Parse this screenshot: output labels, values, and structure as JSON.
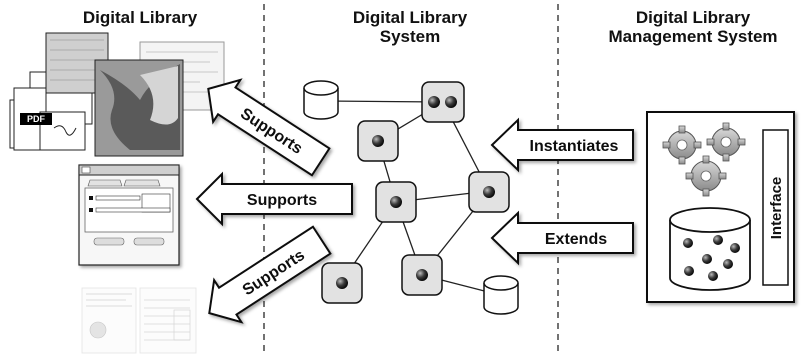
{
  "columns": {
    "digital_library": {
      "title": "Digital Library"
    },
    "dl_system": {
      "title_line1": "Digital Library",
      "title_line2": "System"
    },
    "dlms": {
      "title_line1": "Digital Library",
      "title_line2": "Management System"
    }
  },
  "arrows": {
    "supports_top": "Supports",
    "supports_middle": "Supports",
    "supports_bottom": "Supports",
    "instantiates": "Instantiates",
    "extends": "Extends"
  },
  "dlms_box": {
    "interface_label": "Interface"
  },
  "thumbnails": {
    "pdf_label": "PDF"
  }
}
